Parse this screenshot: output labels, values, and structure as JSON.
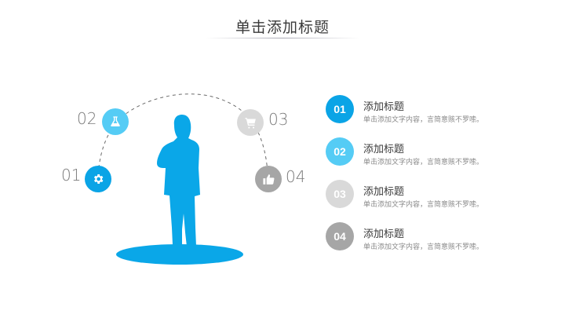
{
  "header": {
    "title": "单击添加标题"
  },
  "colors": {
    "blue": "#0aa4e6",
    "light_blue": "#55ccf5",
    "light_gray": "#d9d9d9",
    "dark_gray": "#a6a6a6",
    "figure": "#0aa7e8"
  },
  "diagram": {
    "nodes": [
      {
        "number": "01",
        "icon": "gear-icon",
        "color": "#0aa4e6"
      },
      {
        "number": "02",
        "icon": "flask-icon",
        "color": "#55ccf5"
      },
      {
        "number": "03",
        "icon": "cart-icon",
        "color": "#d9d9d9"
      },
      {
        "number": "04",
        "icon": "thumbs-up-icon",
        "color": "#a6a6a6"
      }
    ]
  },
  "list": {
    "items": [
      {
        "badge": "01",
        "title": "添加标题",
        "desc": "单击添加文字内容，言简意赅不罗嗦。",
        "color": "#0aa4e6"
      },
      {
        "badge": "02",
        "title": "添加标题",
        "desc": "单击添加文字内容，言简意赅不罗嗦。",
        "color": "#55ccf5"
      },
      {
        "badge": "03",
        "title": "添加标题",
        "desc": "单击添加文字内容，言简意赅不罗嗦。",
        "color": "#d9d9d9"
      },
      {
        "badge": "04",
        "title": "添加标题",
        "desc": "单击添加文字内容，言简意赅不罗嗦。",
        "color": "#a6a6a6"
      }
    ]
  }
}
